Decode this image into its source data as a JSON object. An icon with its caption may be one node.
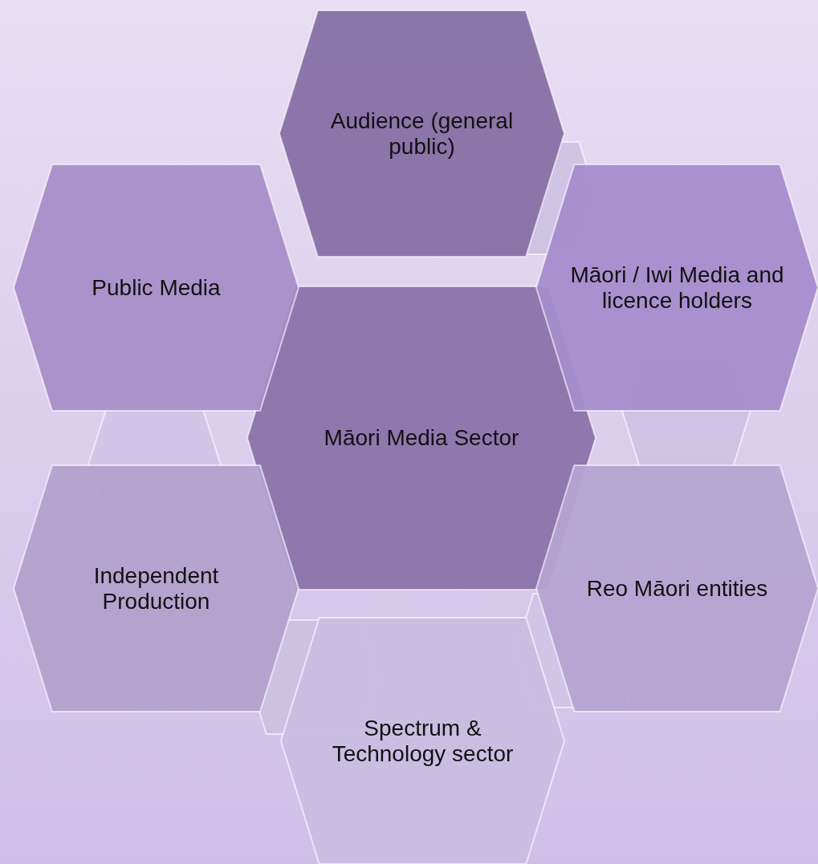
{
  "diagram": {
    "nodes": [
      {
        "text": [
          "Māori Media Sector"
        ]
      },
      {
        "text": [
          "Audience (general public)"
        ]
      },
      {
        "text": [
          "Public Media"
        ]
      },
      {
        "text": [
          "Māori / Iwi Media and licence holders"
        ]
      },
      {
        "text": [
          "Independent Production"
        ]
      },
      {
        "text": [
          "Reo Māori entities"
        ]
      },
      {
        "text": [
          "Spectrum & Technology sector"
        ]
      },
      {
        "text": [],
        "shape": "hexagon"
      },
      {
        "text": [],
        "shape": "hexagon"
      },
      {
        "text": [],
        "shape": "hexagon"
      },
      {
        "text": [],
        "shape": "hexagon"
      },
      {
        "text": [],
        "shape": "hexagon"
      }
    ]
  }
}
